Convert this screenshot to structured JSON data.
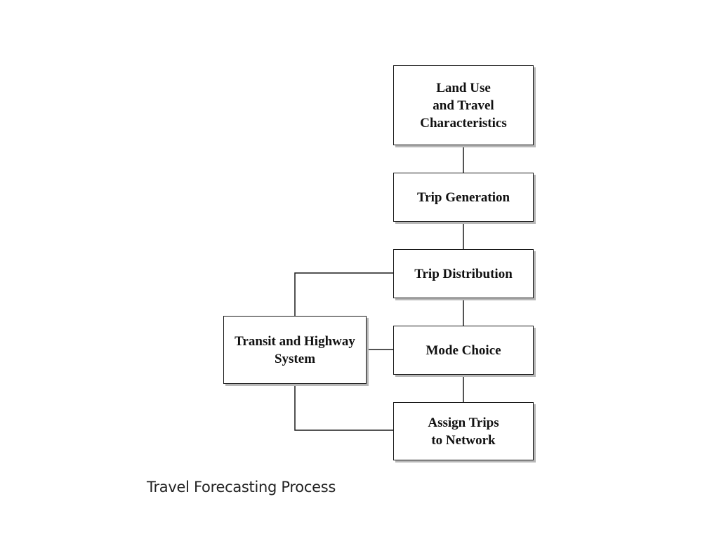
{
  "diagram": {
    "boxes": {
      "land_use": "Land Use\nand Travel\nCharacteristics",
      "trip_generation": "Trip Generation",
      "trip_distribution": "Trip Distribution",
      "mode_choice": "Mode Choice",
      "assign_trips": "Assign Trips\nto Network",
      "transit_highway": "Transit and Highway\nSystem"
    },
    "caption": "Travel Forecasting Process",
    "colors": {
      "line": "#1a1a1a",
      "shadow": "#b8b8b8",
      "text": "#111111"
    }
  }
}
